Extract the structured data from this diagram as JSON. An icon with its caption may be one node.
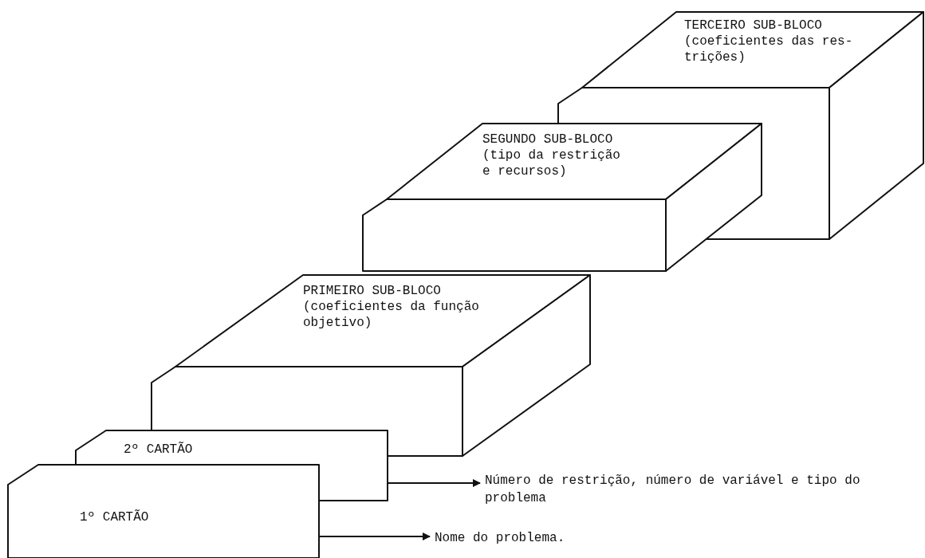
{
  "diagram": {
    "nodes": [
      {
        "text": [
          "TERCEIRO SUB-BLOCO",
          "(coeficientes das res- trições)"
        ]
      },
      {
        "text": [
          "SEGUNDO SUB-BLOCO",
          "(tipo da restrição e recursos)"
        ]
      },
      {
        "text": [
          "PRIMEIRO SUB-BLOCO",
          "(coeficientes da função objetivo)"
        ]
      },
      {
        "text": [
          "2º CARTÃO"
        ]
      },
      {
        "text": [
          "1º CARTÃO"
        ]
      },
      {
        "text": [
          "Número de restrição, número de variável e tipo do problema"
        ]
      },
      {
        "text": [
          "Nome do problema."
        ]
      }
    ],
    "edges": [
      {
        "from": 3,
        "to": 5,
        "arrow": "to"
      },
      {
        "from": 4,
        "to": 6,
        "arrow": "to"
      }
    ]
  }
}
